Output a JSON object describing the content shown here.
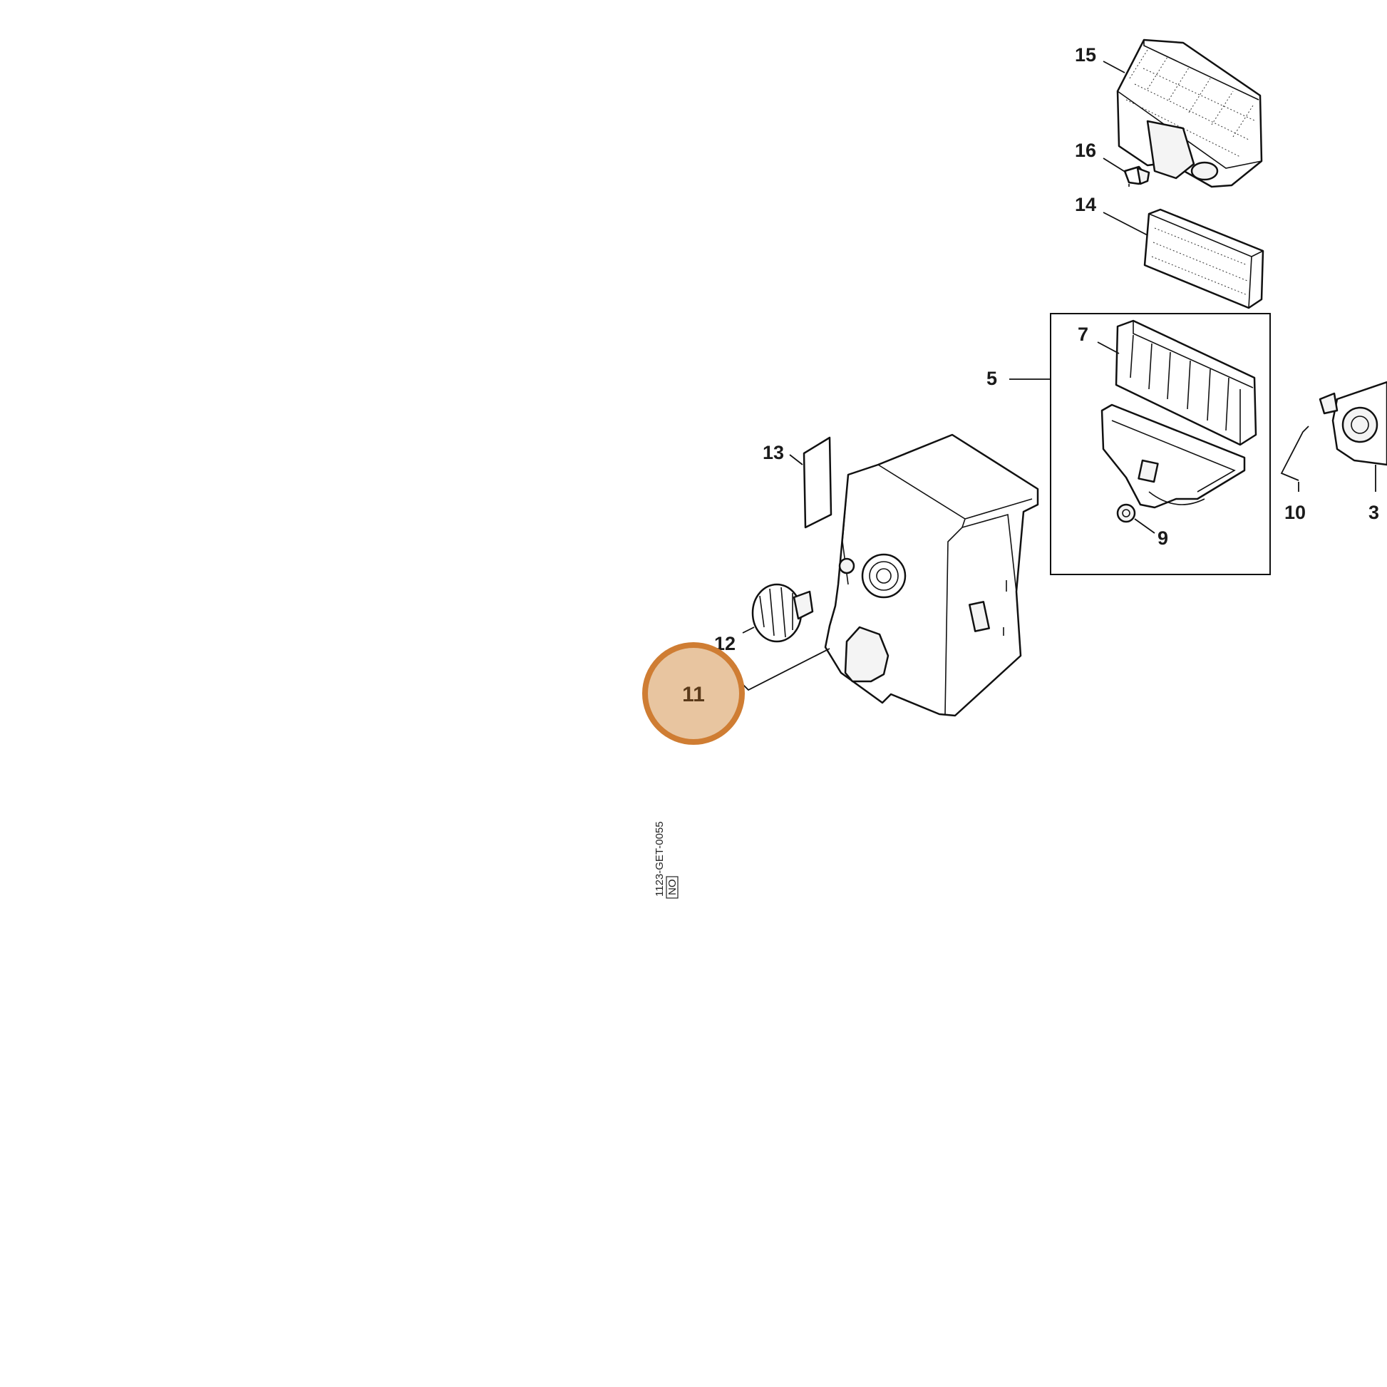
{
  "callouts": {
    "c3": "3",
    "c5": "5",
    "c7": "7",
    "c9": "9",
    "c10": "10",
    "c11": "11",
    "c12": "12",
    "c13": "13",
    "c14": "14",
    "c15": "15",
    "c16": "16"
  },
  "highlight": {
    "part": "11",
    "fill_color": "#e8c5a0",
    "ring_color": "#cf7d33"
  },
  "drawing_code": "1123-GET-0055",
  "drawing_box": "NO"
}
